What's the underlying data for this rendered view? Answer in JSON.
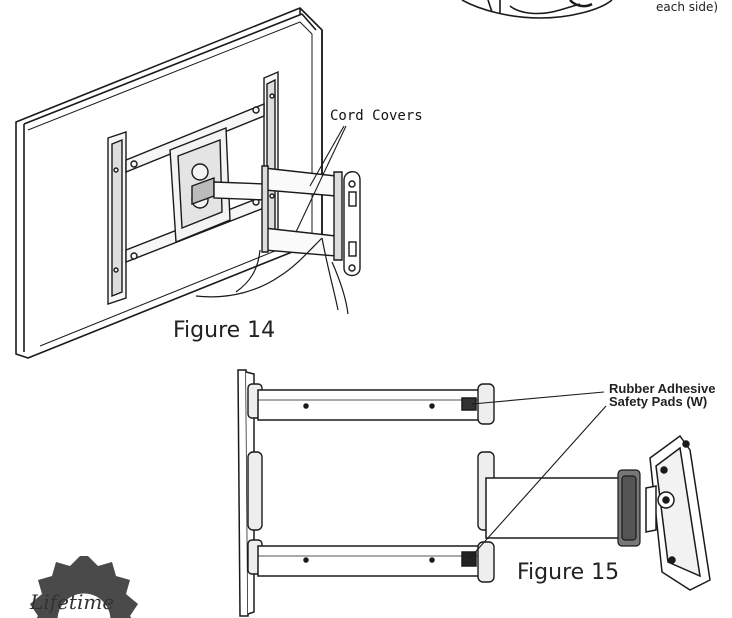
{
  "figure14": {
    "caption": "Figure 14",
    "callout": "Cord Covers"
  },
  "figure15": {
    "caption": "Figure 15",
    "callout_line1": "Rubber Adhesive",
    "callout_line2": "Safety Pads (W)"
  },
  "inset_note": "each side)",
  "warranty_badge": {
    "text": "Lifetime"
  },
  "colors": {
    "line": "#1a1a1a",
    "hatch": "#444444",
    "badge": "#4a4a4a"
  }
}
